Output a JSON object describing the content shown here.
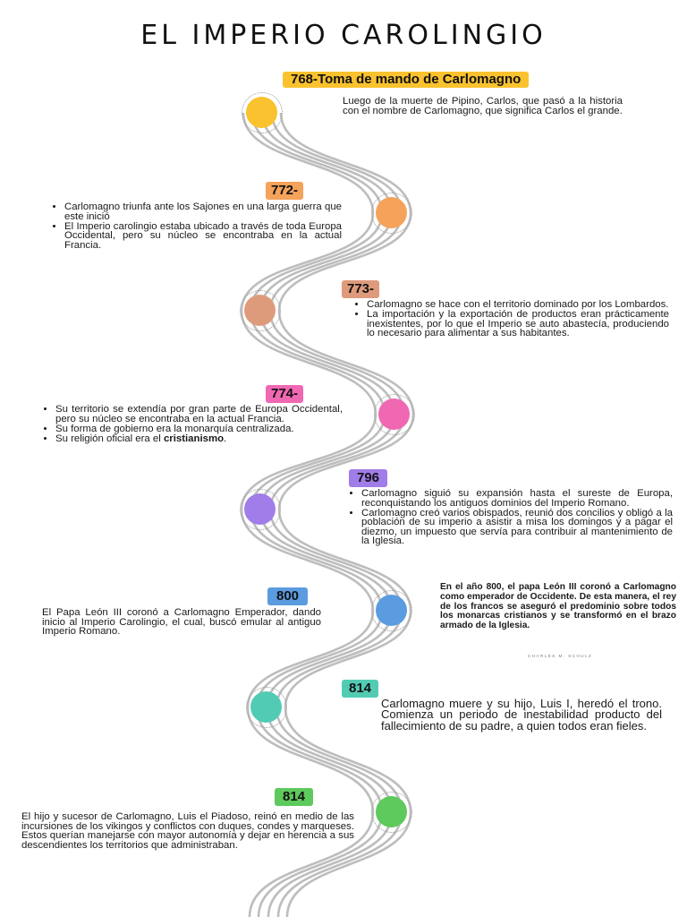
{
  "title": "EL IMPERIO CAROLINGIO",
  "events": [
    {
      "tag": "768-Toma de mando de Carlomagno",
      "color": "#f9c22e",
      "paragraphs": [
        "Luego de la muerte de Pipino, Carlos, que pasó a la historia con el nombre de Carlomagno, que significa Carlos el grande."
      ]
    },
    {
      "tag": "772-",
      "color": "#f5a25a",
      "bullets": [
        "Carlomagno triunfa ante los Sajones en una larga guerra que este inició",
        "El Imperio carolingio estaba ubicado a través de toda Europa Occidental, pero su núcleo se encontraba en la actual Francia."
      ]
    },
    {
      "tag": "773-",
      "color": "#de9b7c",
      "bullets": [
        "Carlomagno se hace con el territorio dominado por los Lombardos.",
        "La importación y la exportación de productos eran prácticamente inexistentes, por lo que el Imperio se auto abastecía, produciendo lo necesario para alimentar a sus habitantes."
      ]
    },
    {
      "tag": "774-",
      "color": "#f067b2",
      "bullets": [
        "Su territorio se extendía por gran parte de Europa Occidental, pero su núcleo se encontraba en la actual Francia.",
        "Su forma de gobierno era la monarquía centralizada."
      ],
      "last_prefix": "Su religión oficial era el ",
      "last_bold": "cristianismo",
      "last_suffix": "."
    },
    {
      "tag": "796",
      "color": "#a07de8",
      "bullets": [
        "Carlomagno siguió su expansión hasta el sureste de Europa, reconquistando los antiguos dominios del Imperio Romano.",
        "Carlomagno creó varios obispados, reunió dos concilios y obligó a la población de su imperio a asistir a misa los domingos y a pagar el diezmo, un impuesto que servía para contribuir al mantenimiento de la Iglesia."
      ]
    },
    {
      "tag": "800",
      "color": "#5b9be0",
      "paragraphs": [
        "El Papa León III coronó a Carlomagno Emperador, dando inicio al Imperio Carolingio, el cual, buscó emular al antiguo Imperio Romano."
      ],
      "side_bold": "En el año 800, el papa León III coronó a Carlomagno como emperador de Occidente. De esta manera, el rey de los francos se aseguró el predominio sobre todos los monarcas cristianos y se transformó en el brazo armado de la Iglesia.",
      "credit": "CHARLES M. SCHULZ"
    },
    {
      "tag": "814",
      "color": "#52cbb4",
      "paragraphs": [
        "Carlomagno muere y su hijo, Luis I, heredó el trono. Comienza un periodo de inestabilidad producto del fallecimiento de su padre, a quien todos eran fieles."
      ]
    },
    {
      "tag": "814",
      "color": "#5ec95c",
      "paragraphs": [
        "El hijo y sucesor de Carlomagno, Luis el Piadoso, reinó en medio de las incursiones de los vikingos y conflictos con duques, condes y marqueses. Estos querían manejarse con mayor autonomía y dejar en herencia a sus descendientes los territorios que administraban."
      ]
    }
  ]
}
